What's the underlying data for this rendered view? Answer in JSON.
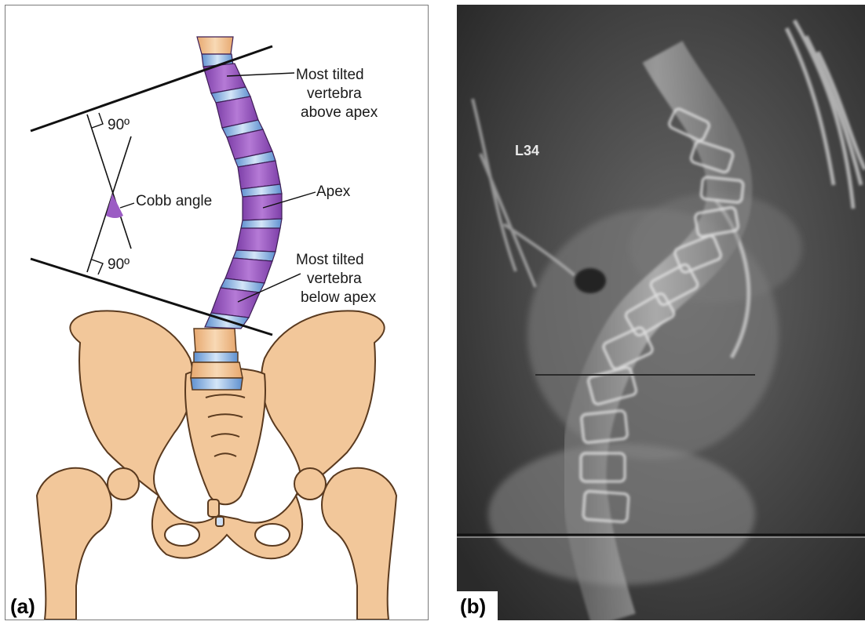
{
  "panel_a": {
    "tag": "(a)",
    "labels": {
      "upper_vertebra": [
        "Most tilted",
        "vertebra",
        "above apex"
      ],
      "apex": "Apex",
      "lower_vertebra": [
        "Most tilted",
        "vertebra",
        "below apex"
      ],
      "cobb_angle": "Cobb angle",
      "angle_top": "90º",
      "angle_bottom": "90º"
    },
    "colors": {
      "bone": "#f2c79a",
      "bone_outline": "#5a3a1f",
      "vertebra": "#9b5cc4",
      "disc": "#7fa8d8",
      "angle_fill": "#9b5cc4"
    }
  },
  "panel_b": {
    "tag": "(b)",
    "marker": "L34"
  }
}
